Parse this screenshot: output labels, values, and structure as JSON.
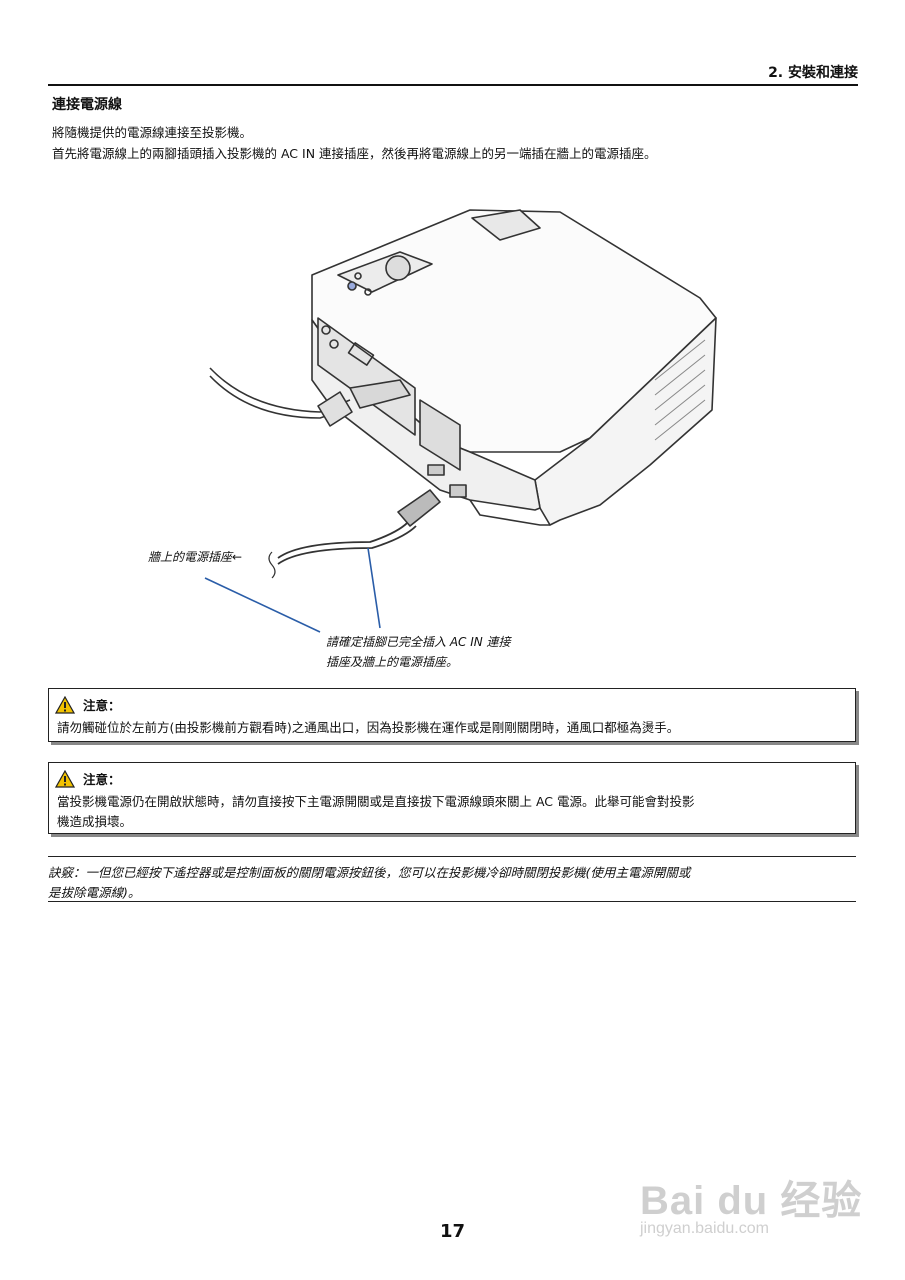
{
  "header": {
    "section": "2. 安裝和連接"
  },
  "section_title": "連接電源線",
  "intro": [
    "將隨機提供的電源線連接至投影機。",
    "首先將電源線上的兩腳插頭插入投影機的 AC IN 連接插座，然後再將電源線上的另一端插在牆上的電源插座。"
  ],
  "figure": {
    "wall_label": "牆上的電源插座←",
    "plug_note_line1": "請確定插腳已完全插入 AC  IN 連接",
    "plug_note_line2": "插座及牆上的電源插座。"
  },
  "caution1": {
    "title": "注意：",
    "text": "請勿觸碰位於左前方(由投影機前方觀看時)之通風出口，因為投影機在運作或是剛剛關閉時，通風口都極為燙手。"
  },
  "caution2": {
    "title": "注意：",
    "line1": "當投影機電源仍在開啟狀態時，請勿直接按下主電源開關或是直接拔下電源線頭來關上 AC 電源。此舉可能會對投影",
    "line2": "機造成損壞。"
  },
  "tip": {
    "line1": "訣竅：一但您已經按下遙控器或是控制面板的關閉電源按鈕後，您可以在投影機冷卻時關閉投影機(使用主電源開關或",
    "line2": "是拔除電源線)。"
  },
  "page_number": "17",
  "watermark": {
    "brand": "Bai du 经验",
    "url": "jingyan.baidu.com"
  }
}
